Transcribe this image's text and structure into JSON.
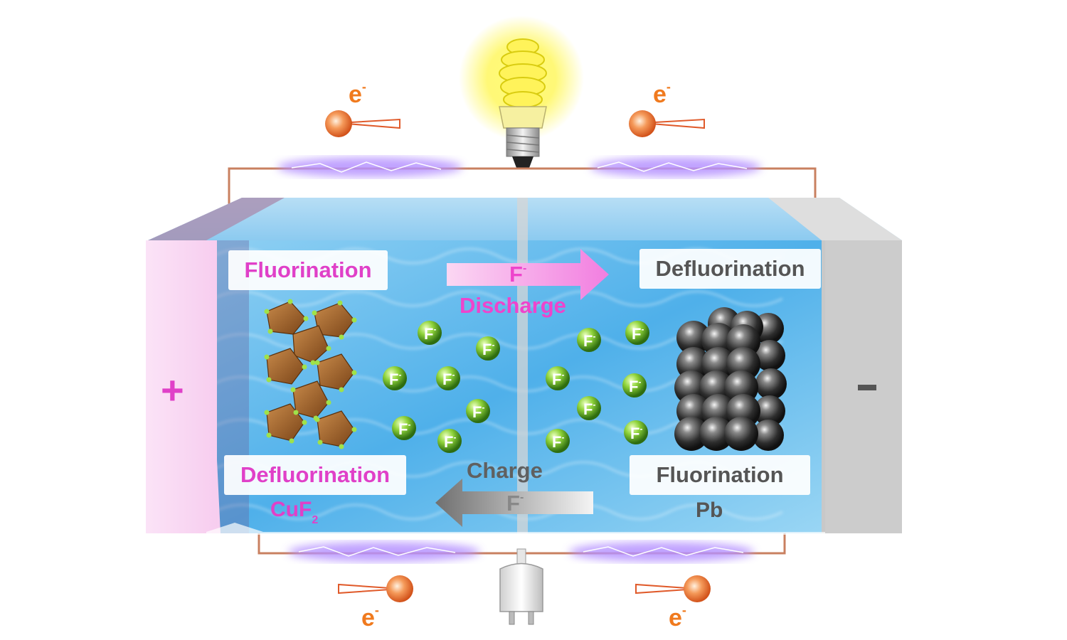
{
  "labels": {
    "fluorination_left": "Fluorination",
    "defluorination_left": "Defluorination",
    "defluorination_right": "Defluorination",
    "fluorination_right": "Fluorination",
    "discharge": "Discharge",
    "charge": "Charge",
    "ion_top": "F",
    "ion_bottom": "F",
    "ion_sup": "-",
    "cathode_material": "CuF",
    "cathode_sub": "2",
    "anode_material": "Pb",
    "plus_sign": "+",
    "minus_sign": "-",
    "electron": "e",
    "electron_sup": "-",
    "fluoride": "F",
    "fluoride_sup": "-"
  },
  "colors": {
    "magenta": "#e040c8",
    "gray_text": "#555555",
    "electron_orange": "#f07a1e",
    "water": "#5db9ee",
    "fluoride_green": "#6dbf2a",
    "lead_dark": "#3a3a3a",
    "copper_brown": "#a8642a",
    "wire": "#c87850"
  },
  "icons": [
    "light-bulb-icon",
    "power-plug-icon",
    "electron-icon",
    "fluoride-ion-icon"
  ]
}
